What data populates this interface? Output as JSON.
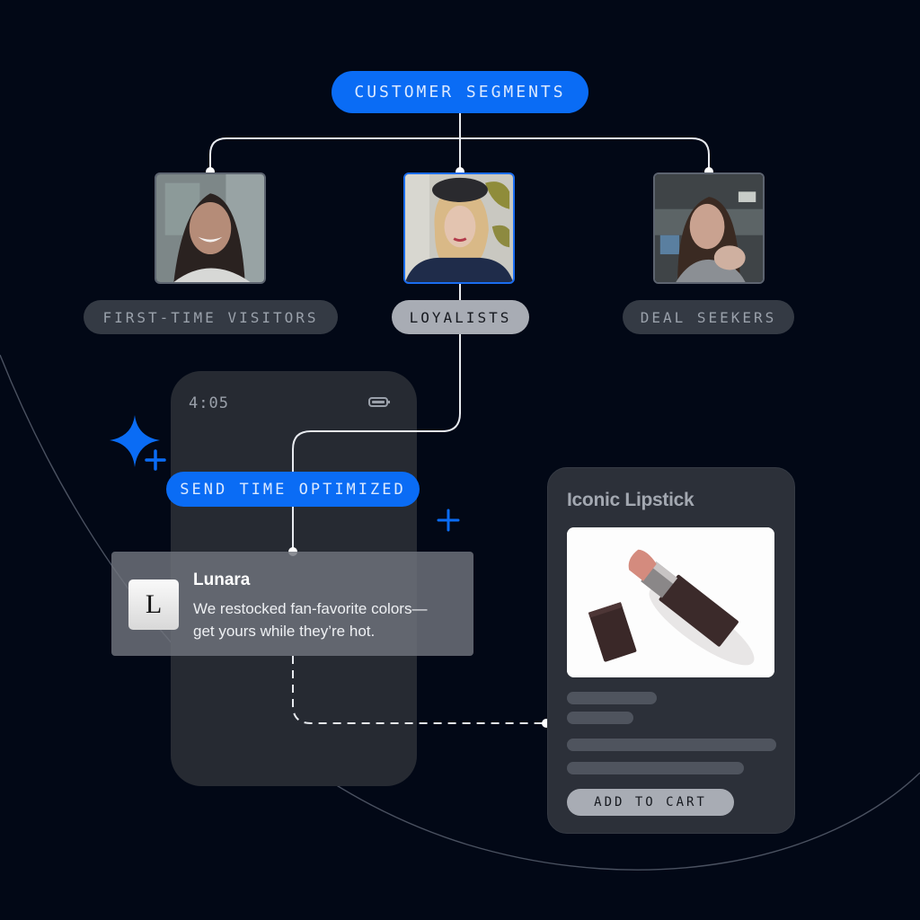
{
  "diagram": {
    "root_label": "CUSTOMER SEGMENTS",
    "segments": [
      {
        "label": "FIRST-TIME VISITORS",
        "photo": "smiling-woman-dark-hair",
        "selected": false
      },
      {
        "label": "LOYALISTS",
        "photo": "blonde-woman-beret",
        "selected": true
      },
      {
        "label": "DEAL SEEKERS",
        "photo": "woman-in-cafe",
        "selected": false
      }
    ],
    "optimization_label": "SEND TIME OPTIMIZED"
  },
  "phone": {
    "time": "4:05",
    "battery_icon": "battery-icon"
  },
  "notification": {
    "app_icon_letter": "L",
    "title": "Lunara",
    "message_line1": "We restocked fan-favorite colors—",
    "message_line2": "get yours while they’re hot."
  },
  "product_card": {
    "title": "Iconic Lipstick",
    "image": "lipstick-product-photo",
    "cta_label": "ADD TO CART"
  },
  "decorations": {
    "sparkle_icon": "sparkle-icon",
    "plus_icon": "plus-icon"
  },
  "colors": {
    "background": "#020816",
    "accent_blue": "#0a6cf5",
    "card_dark": "#2c3039",
    "pill_dark": "#343a44",
    "pill_light": "#a8acb4"
  }
}
